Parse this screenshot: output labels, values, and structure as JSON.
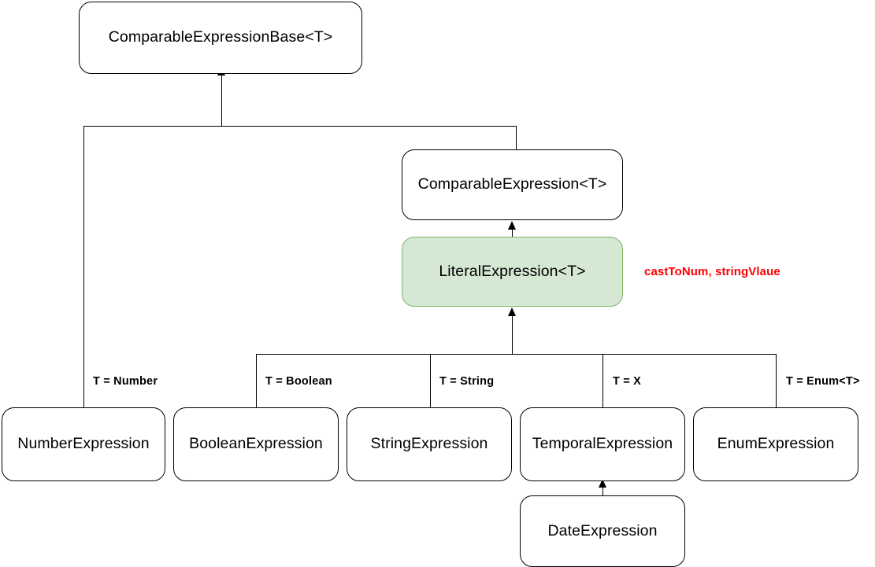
{
  "diagram": {
    "title": "ComparableExpressionBase class hierarchy",
    "type": "uml-class-hierarchy",
    "background_color": "#ffffff",
    "line_color": "#000000",
    "highlight_fill": "#d5e8d4",
    "highlight_stroke": "#82b366",
    "annotation_color": "#ff0000"
  },
  "nodes": {
    "base": {
      "label": "ComparableExpressionBase<T>"
    },
    "comparable": {
      "label": "ComparableExpression<T>"
    },
    "literal": {
      "label": "LiteralExpression<T>"
    },
    "number": {
      "label": "NumberExpression"
    },
    "boolean": {
      "label": "BooleanExpression"
    },
    "string": {
      "label": "StringExpression"
    },
    "temporal": {
      "label": "TemporalExpression"
    },
    "enum": {
      "label": "EnumExpression"
    },
    "date": {
      "label": "DateExpression"
    }
  },
  "edge_labels": {
    "number": "T = Number",
    "boolean": "T = Boolean",
    "string": "T = String",
    "temporal": "T = X",
    "enum": "T = Enum<T>"
  },
  "annotations": {
    "literal_methods": "castToNum, stringVlaue"
  }
}
